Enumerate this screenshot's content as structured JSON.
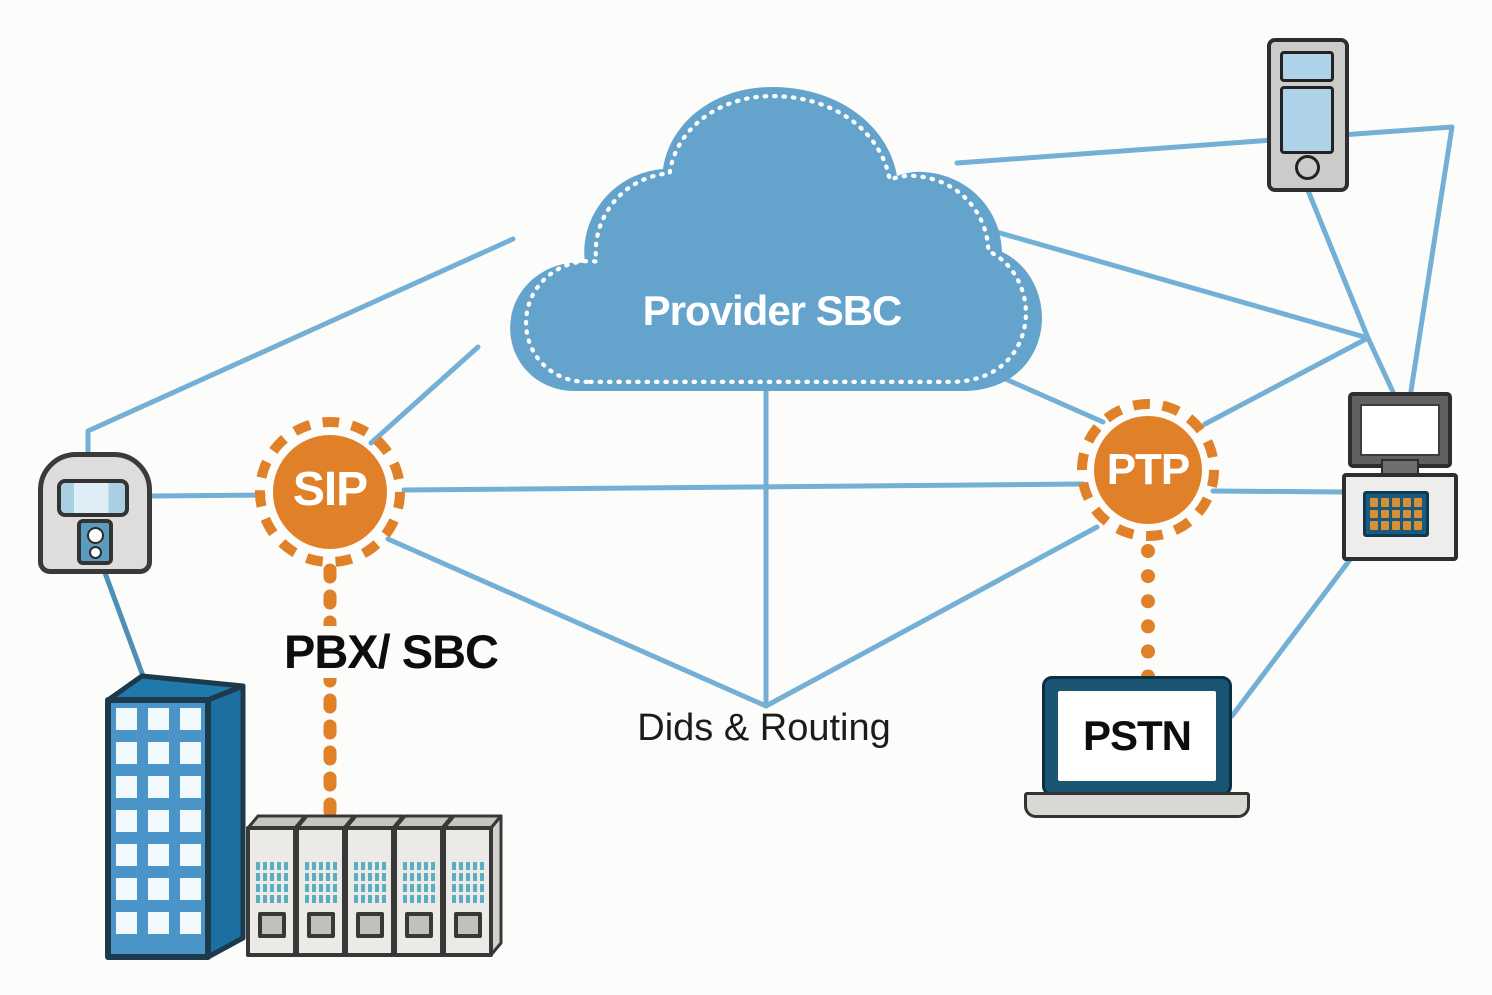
{
  "cloud": {
    "label": "Provider SBC"
  },
  "nodes": {
    "sip": {
      "label": "SIP"
    },
    "ptp": {
      "label": "PTP"
    }
  },
  "labels": {
    "pbx_sbc": "PBX/ SBC",
    "dids_routing": "Dids & Routing",
    "pstn": "PSTN"
  },
  "icons": [
    "desk-phone-icon",
    "mobile-phone-icon",
    "terminal-icon",
    "laptop-icon",
    "building-icon",
    "server-rack-icon",
    "cloud-icon"
  ],
  "colors": {
    "line_blue": "#74b0d6",
    "line_blue_dark": "#4f8fb5",
    "cloud_blue": "#64a4cc",
    "accent_orange": "#e0812a",
    "laptop_navy": "#1b5574",
    "building_front": "#4a94c8",
    "building_side": "#1d6fa2",
    "building_top": "#2079ad",
    "teal_pixels": "#59aec2",
    "key_orange": "#d98f35"
  }
}
